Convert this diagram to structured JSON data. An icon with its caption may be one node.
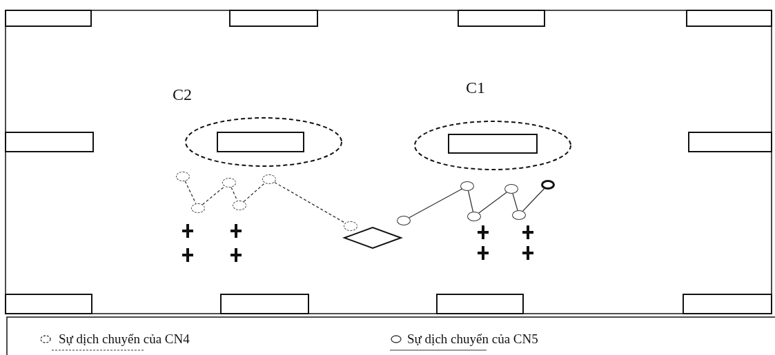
{
  "diagram": {
    "nodes": [
      {
        "text": [],
        "shape": "circle"
      },
      {
        "text": [],
        "shape": "circle"
      },
      {
        "text": [],
        "shape": "circle"
      },
      {
        "text": [],
        "shape": "circle"
      },
      {
        "text": [],
        "shape": "circle"
      },
      {
        "text": [],
        "shape": "circle"
      },
      {
        "text": [],
        "shape": "circle"
      },
      {
        "text": [],
        "shape": "circle"
      },
      {
        "text": [],
        "shape": "circle"
      },
      {
        "text": [],
        "shape": "circle"
      },
      {
        "text": [],
        "shape": "circle"
      },
      {
        "text": [],
        "shape": "circle"
      }
    ],
    "edges": [
      {
        "from": 0,
        "to": 1,
        "arrow": "none",
        "style": "dashed"
      },
      {
        "from": 1,
        "to": 2,
        "arrow": "none",
        "style": "dashed"
      },
      {
        "from": 2,
        "to": 3,
        "arrow": "none",
        "style": "dashed"
      },
      {
        "from": 3,
        "to": 4,
        "arrow": "none",
        "style": "dashed"
      },
      {
        "from": 4,
        "to": 5,
        "arrow": "none",
        "style": "dashed"
      },
      {
        "from": 6,
        "to": 7,
        "arrow": "none"
      },
      {
        "from": 7,
        "to": 8,
        "arrow": "none"
      },
      {
        "from": 8,
        "to": 9,
        "arrow": "none"
      },
      {
        "from": 9,
        "to": 10,
        "arrow": "none"
      },
      {
        "from": 10,
        "to": 11,
        "arrow": "none"
      }
    ],
    "labels": [
      "C2",
      "C1"
    ],
    "legend": [
      {
        "text": "Sự dịch chuyển của CN4"
      },
      {
        "text": "Sự dịch chuyển của CN5"
      }
    ]
  }
}
